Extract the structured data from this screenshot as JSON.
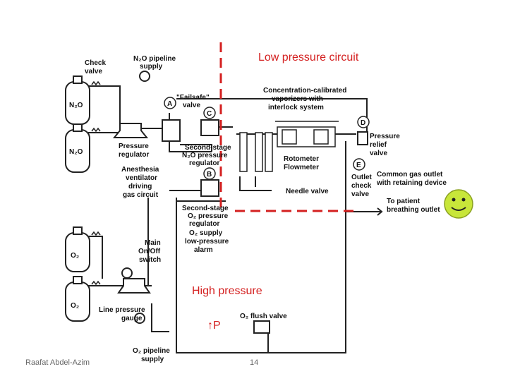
{
  "slide": {
    "footer_author": "Raafat Abdel-Azim",
    "page_number": "14"
  },
  "colors": {
    "annotation": "#d42020",
    "smiley": "#c8e63a",
    "line": "#222222"
  },
  "icons": [
    "smiley-face-icon"
  ],
  "annotations": {
    "low_pressure": "Low pressure circuit",
    "high_pressure": "High pressure",
    "pressure_rise": "↑P"
  },
  "labels": {
    "check_valve": [
      "Check",
      "valve"
    ],
    "n2o_pipeline": [
      "N₂O pipeline",
      "supply"
    ],
    "failsafe": [
      "\"Failsafe\"",
      "valve"
    ],
    "vaporizers": [
      "Concentration-calibrated",
      "vaporizers with",
      "interlock system"
    ],
    "pressure_relief": [
      "Pressure",
      "relief",
      "valve"
    ],
    "n2o_cyl_1": "N₂O",
    "n2o_cyl_2": "N₂O",
    "pressure_regulator": [
      "Pressure",
      "regulator"
    ],
    "second_stage_n2o": [
      "Second-stage",
      "N₂O pressure",
      "regulator"
    ],
    "rotometer": [
      "Rotometer",
      "Flowmeter"
    ],
    "outlet_check": [
      "Outlet",
      "check",
      "valve"
    ],
    "common_gas": [
      "Common gas outlet",
      "with retaining device"
    ],
    "ventilator": [
      "Anesthesia",
      "ventilator",
      "driving",
      "gas circuit"
    ],
    "needle_valve": "Needle valve",
    "to_patient": [
      "To patient",
      "breathing outlet"
    ],
    "second_stage_o2": [
      "Second-stage",
      "O₂ pressure",
      "regulator"
    ],
    "o2_alarm": [
      "O₂ supply",
      "low-pressure",
      "alarm"
    ],
    "main_switch": [
      "Main",
      "On/Off",
      "switch"
    ],
    "o2_cyl_1": "O₂",
    "o2_cyl_2": "O₂",
    "line_gauge": [
      "Line pressure",
      "gauge"
    ],
    "o2_flush": "O₂ flush valve",
    "o2_pipeline": [
      "O₂ pipeline",
      "supply"
    ],
    "valve_a": "A",
    "valve_b": "B",
    "valve_c": "C",
    "valve_d": "D",
    "valve_e": "E"
  }
}
